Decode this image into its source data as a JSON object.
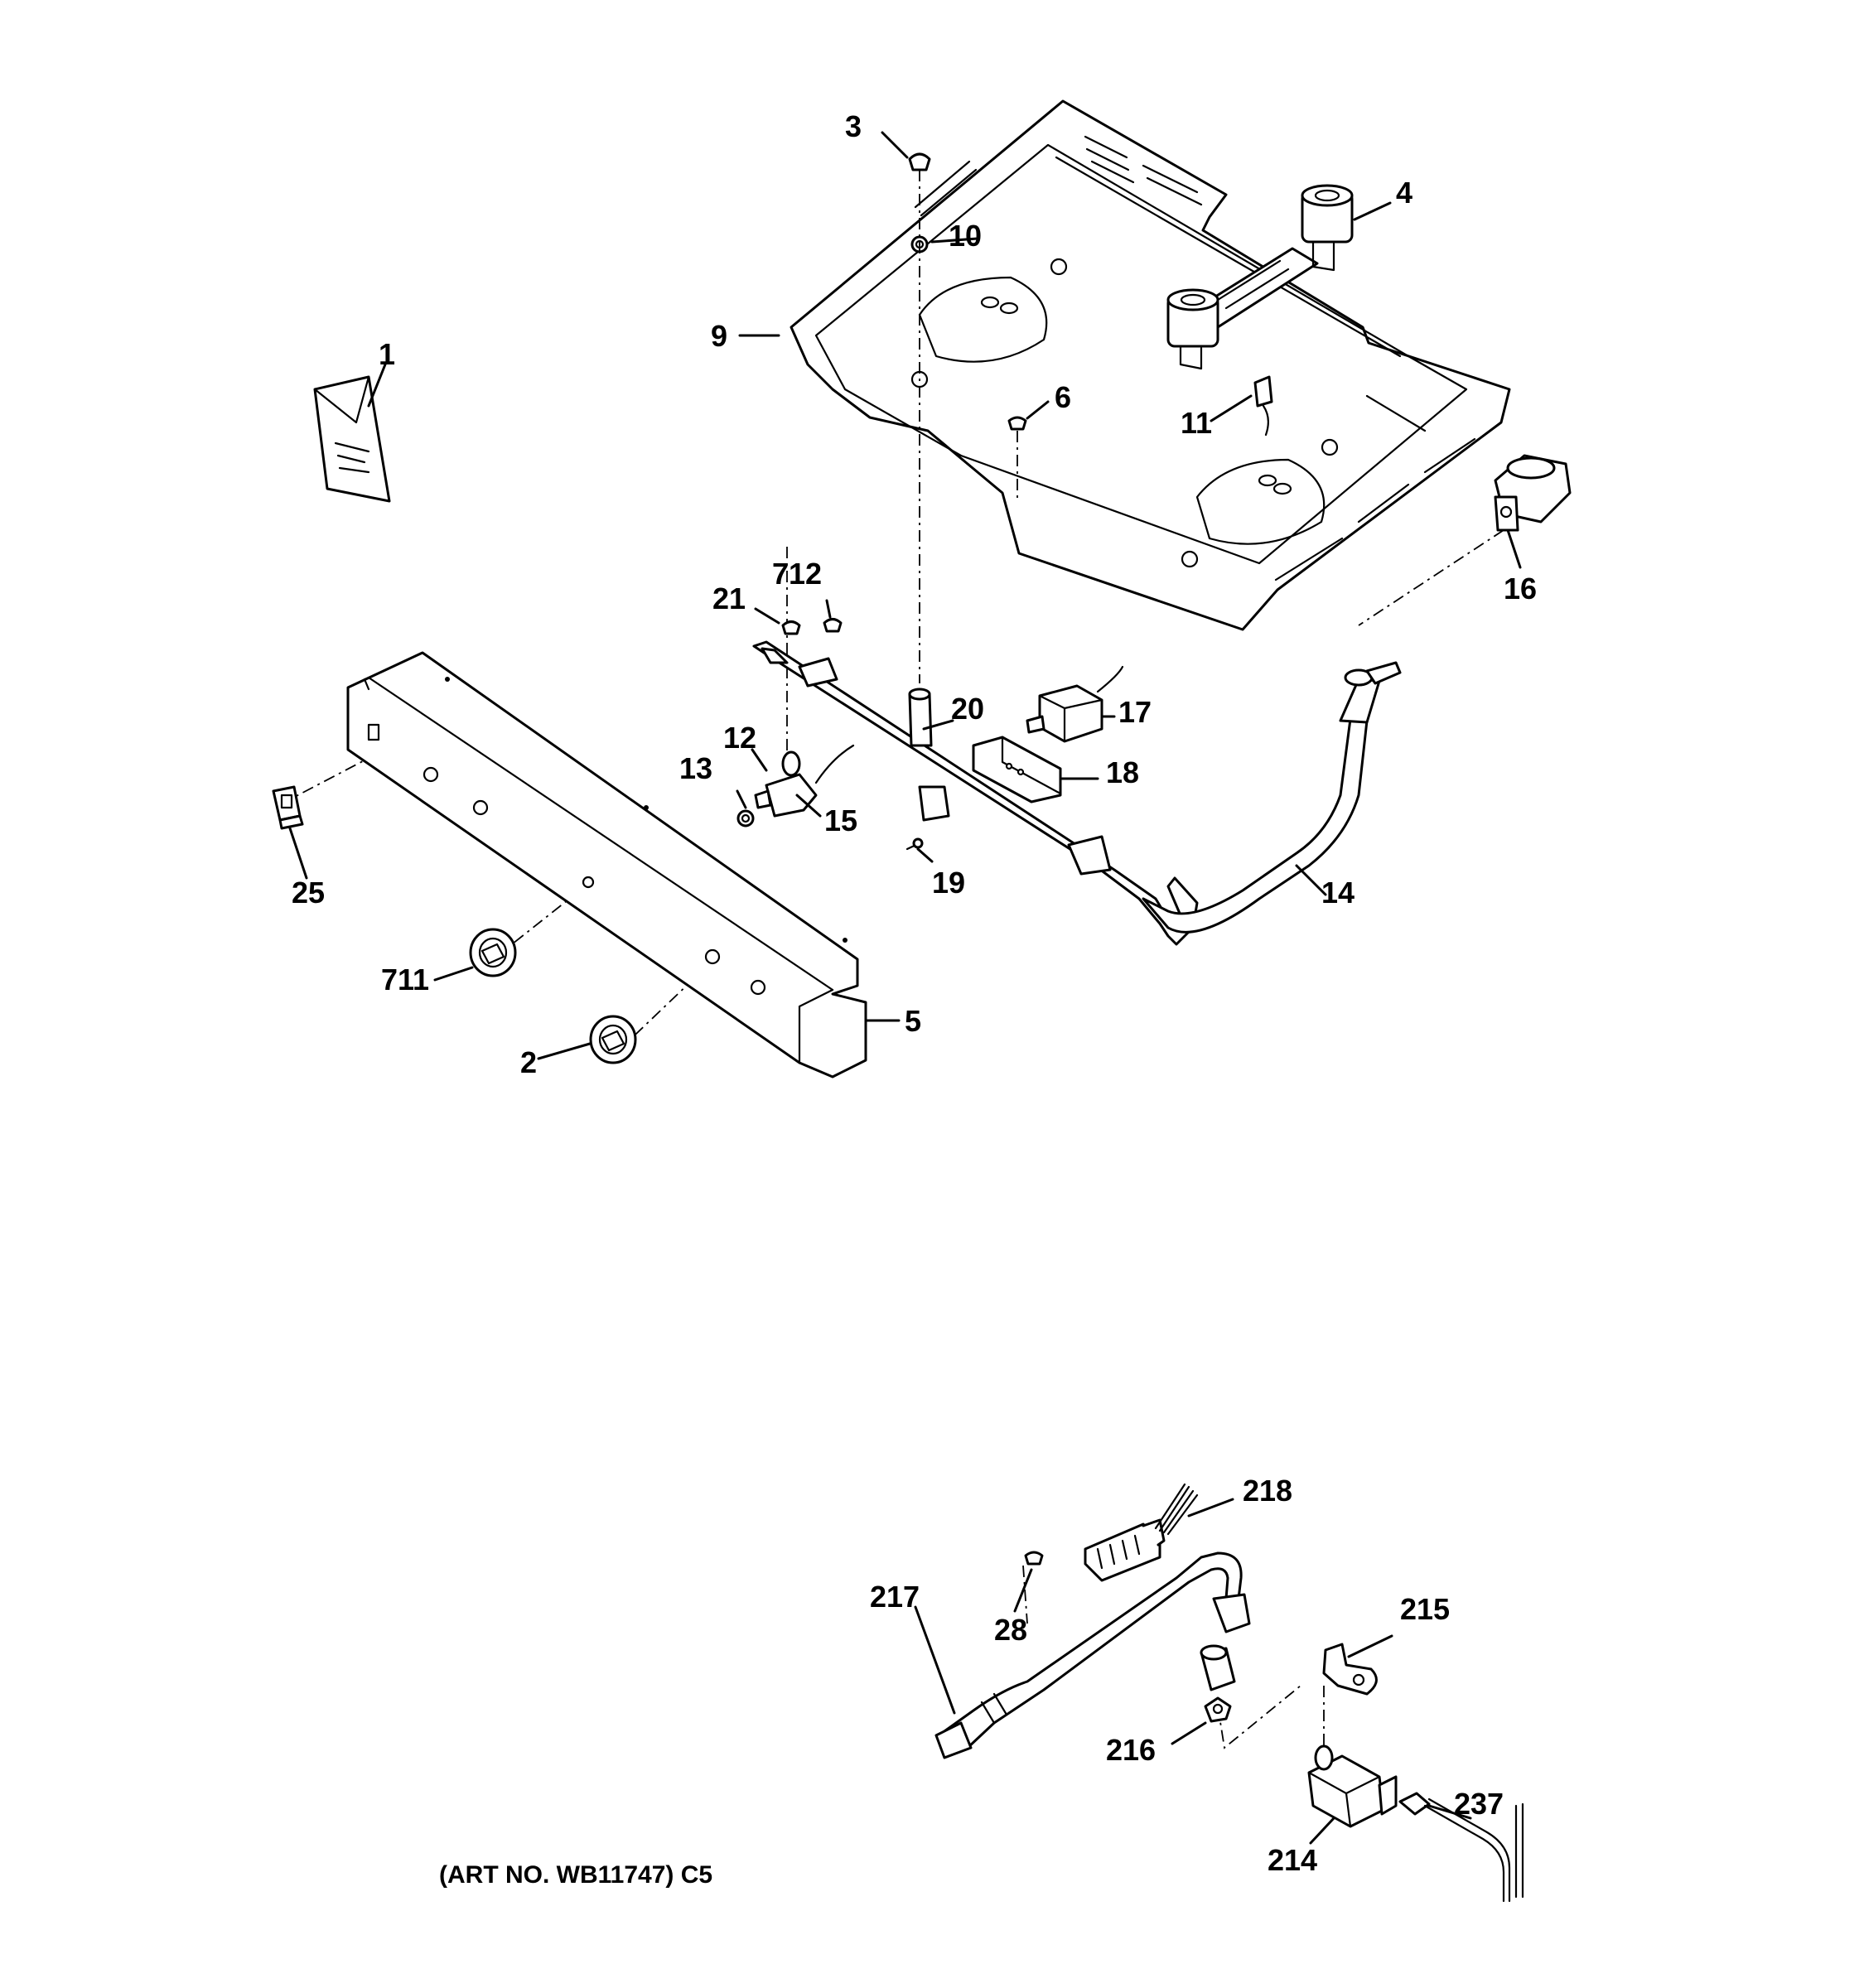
{
  "callouts": {
    "c1": "1",
    "c2": "2",
    "c3": "3",
    "c4": "4",
    "c5": "5",
    "c6": "6",
    "c9": "9",
    "c10": "10",
    "c11": "11",
    "c12": "12",
    "c13": "13",
    "c14": "14",
    "c15": "15",
    "c16": "16",
    "c17": "17",
    "c18": "18",
    "c19": "19",
    "c20": "20",
    "c21": "21",
    "c25": "25",
    "c28": "28",
    "c214": "214",
    "c215": "215",
    "c216": "216",
    "c217": "217",
    "c218": "218",
    "c237": "237",
    "c711": "711",
    "c712": "712"
  },
  "art_number": "(ART NO. WB11747) C5"
}
